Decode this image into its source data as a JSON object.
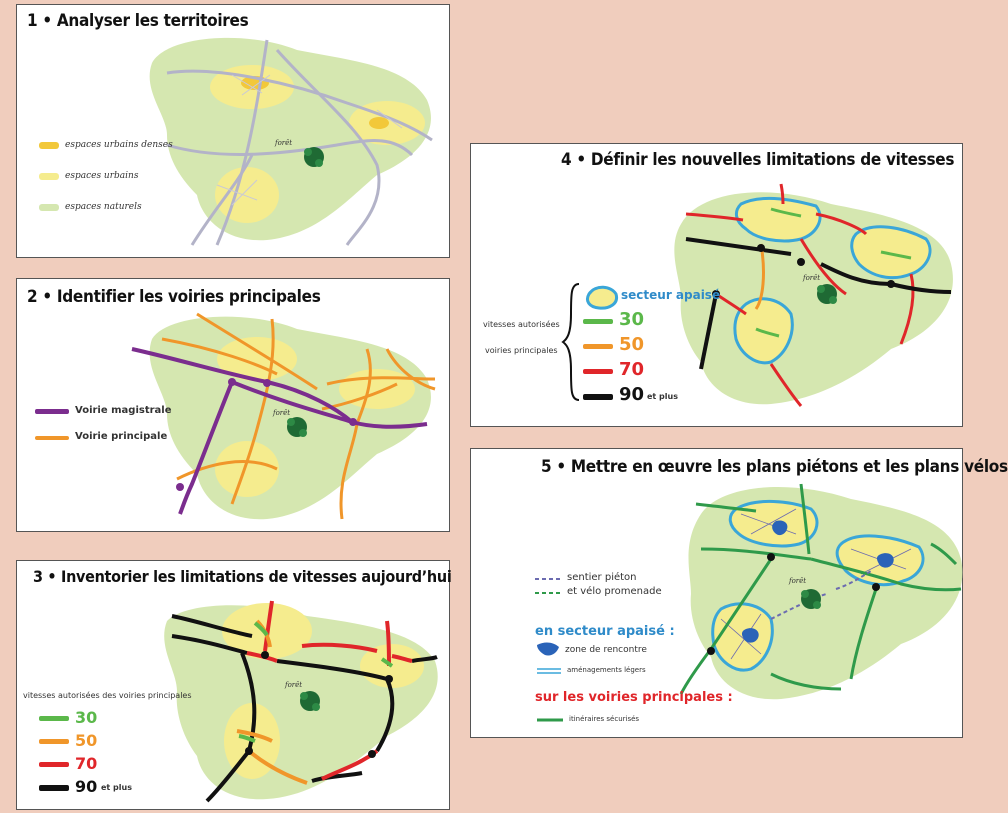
{
  "panels": {
    "p1": {
      "title": "1 • Analyser les territoires",
      "legend": [
        {
          "label": "espaces urbains denses",
          "color": "#f2c83a"
        },
        {
          "label": "espaces urbains",
          "color": "#f5ec8e"
        },
        {
          "label": "espaces naturels",
          "color": "#d5e7b0"
        }
      ],
      "town_label": "forêt"
    },
    "p2": {
      "title": "2 • Identifier les voiries principales",
      "legend": [
        {
          "label": "Voirie magistrale",
          "color": "#7b2d8e"
        },
        {
          "label": "Voirie principale",
          "color": "#f0962a"
        }
      ],
      "town_label": "forêt"
    },
    "p3": {
      "title": "3 • Inventorier les limitations de vitesses aujourd’hui",
      "legend_heading": "vitesses autorisées des voiries principales",
      "speeds": [
        {
          "value": "30",
          "color": "#5bb84a"
        },
        {
          "value": "50",
          "color": "#f0962a"
        },
        {
          "value": "70",
          "color": "#e0262a"
        },
        {
          "value": "90",
          "color": "#111111"
        }
      ],
      "speed_suffix": "et plus",
      "town_label": "forêt"
    },
    "p4": {
      "title": "4 • Définir les nouvelles limitations de vitesses",
      "zone_label": "secteur apaisé",
      "side_label_1": "vitesses autorisées",
      "side_label_2": "voiries principales",
      "speeds": [
        {
          "value": "30",
          "color": "#5bb84a"
        },
        {
          "value": "50",
          "color": "#f0962a"
        },
        {
          "value": "70",
          "color": "#e0262a"
        },
        {
          "value": "90",
          "color": "#111111"
        }
      ],
      "speed_suffix": "et plus",
      "town_label": "forêt"
    },
    "p5": {
      "title": "5 • Mettre en œuvre les plans piétons et les plans vélos",
      "legend_line_1": "sentier piéton",
      "legend_line_2": "et vélo promenade",
      "heading_1": "en secteur apaisé :",
      "zone_meeting": "zone de rencontre",
      "light_works": "aménagements légers",
      "heading_2": "sur les voiries principales :",
      "secure_routes": "itinéraires sécurisés",
      "town_label": "forêt"
    }
  },
  "colors": {
    "background": "#f0cdbd",
    "natural": "#d5e7b0",
    "urban": "#f5ec8e",
    "dense": "#f2c83a",
    "magistral": "#7b2d8e",
    "principal": "#f0962a",
    "speed30": "#5bb84a",
    "speed50": "#f0962a",
    "speed70": "#e0262a",
    "speed90": "#111111",
    "calm_zone": "#3aa6d8",
    "green_route": "#2f9a4a",
    "heading_blue": "#2f8bc9",
    "heading_red": "#e0262a"
  }
}
